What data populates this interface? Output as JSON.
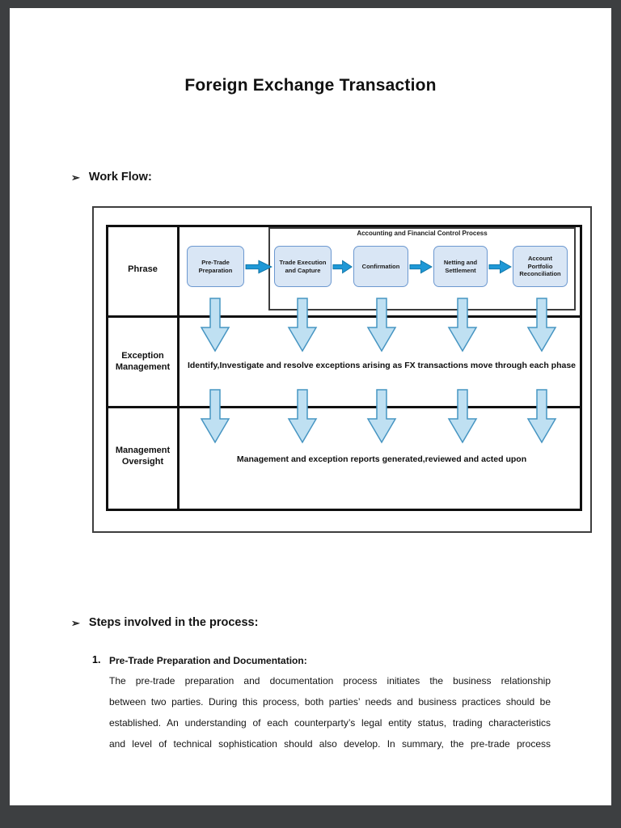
{
  "document": {
    "title": "Foreign Exchange Transaction"
  },
  "workflow_section": {
    "bullet_icon": "➢",
    "heading": "Work Flow:"
  },
  "diagram": {
    "row_labels": [
      "Phrase",
      "Exception Management",
      "Management Oversight"
    ],
    "control_process_label": "Accounting and Financial Control Process",
    "phases": [
      "Pre-Trade Preparation",
      "Trade Execution and Capture",
      "Confirmation",
      "Netting and Settlement",
      "Account Portfolio Reconciliation"
    ],
    "exception_text": "Identify,Investigate and resolve exceptions arising as FX transactions move through each phase",
    "oversight_text": "Management and exception reports generated,reviewed and acted upon",
    "colors": {
      "phase_box_fill": "#d9e6f5",
      "phase_box_border": "#6c98d0",
      "flow_arrow_fill": "#1f98d6",
      "flow_arrow_border": "#1176a8",
      "down_arrow_fill": "#bfe0f2",
      "down_arrow_border": "#4795c2",
      "table_border": "#101010",
      "viewer_frame": "#3d3f41"
    }
  },
  "steps_section": {
    "bullet_icon": "➢",
    "heading": "Steps involved in the process:",
    "steps": [
      {
        "number": "1.",
        "title": "Pre-Trade Preparation and Documentation:",
        "body_lines": [
          "The pre-trade preparation and documentation process initiates the business relationship",
          "between two parties. During this process, both parties’ needs and business practices should be",
          "established. An understanding of each counterparty’s legal entity status, trading characteristics",
          "and level of technical sophistication should also develop. In summary, the pre-trade process"
        ]
      }
    ]
  }
}
